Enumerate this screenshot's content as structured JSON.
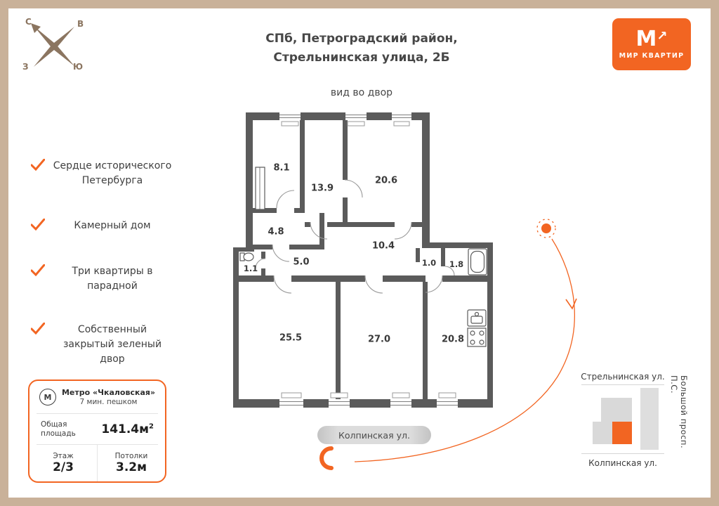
{
  "colors": {
    "accent": "#F26522",
    "wall": "#5B5B5B",
    "frame": "#C9B199"
  },
  "header": {
    "title_line1": "СПб, Петроградский район,",
    "title_line2": "Стрельнинская улица, 2Б",
    "view_label": "вид во двор"
  },
  "logo": {
    "monogram": "М",
    "arrow_icon": "↗",
    "brand": "МИР КВАРТИР"
  },
  "compass": {
    "north": "С",
    "east": "В",
    "west": "З",
    "south": "Ю"
  },
  "features": [
    {
      "text": "Сердце исторического Петербурга"
    },
    {
      "text": "Камерный дом"
    },
    {
      "text": "Три квартиры в парадной"
    },
    {
      "text": "Собственный закрытый зеленый двор"
    }
  ],
  "info_card": {
    "metro_symbol": "М",
    "metro_name": "Метро «Чкаловская»",
    "metro_walk": "7 мин. пешком",
    "area_label": "Общая площадь",
    "area_value": "141.4м",
    "area_superscript": "2",
    "floor_label": "Этаж",
    "floor_value": "2/3",
    "ceiling_label": "Потолки",
    "ceiling_value": "3.2м"
  },
  "plan": {
    "rooms": [
      {
        "name": "room-8-1",
        "area": "8.1"
      },
      {
        "name": "room-13-9",
        "area": "13.9"
      },
      {
        "name": "room-20-6",
        "area": "20.6"
      },
      {
        "name": "room-4-8",
        "area": "4.8"
      },
      {
        "name": "room-10-4",
        "area": "10.4"
      },
      {
        "name": "room-1-1",
        "area": "1.1"
      },
      {
        "name": "room-5-0",
        "area": "5.0"
      },
      {
        "name": "room-1-0",
        "area": "1.0"
      },
      {
        "name": "room-1-8",
        "area": "1.8"
      },
      {
        "name": "room-25-5",
        "area": "25.5"
      },
      {
        "name": "room-27-0",
        "area": "27.0"
      },
      {
        "name": "room-20-8",
        "area": "20.8"
      }
    ],
    "street_ribbon": "Колпинская ул."
  },
  "minimap": {
    "street_top": "Стрельнинская ул.",
    "street_right": "Большой просп. П.С.",
    "street_bottom": "Колпинская ул."
  }
}
